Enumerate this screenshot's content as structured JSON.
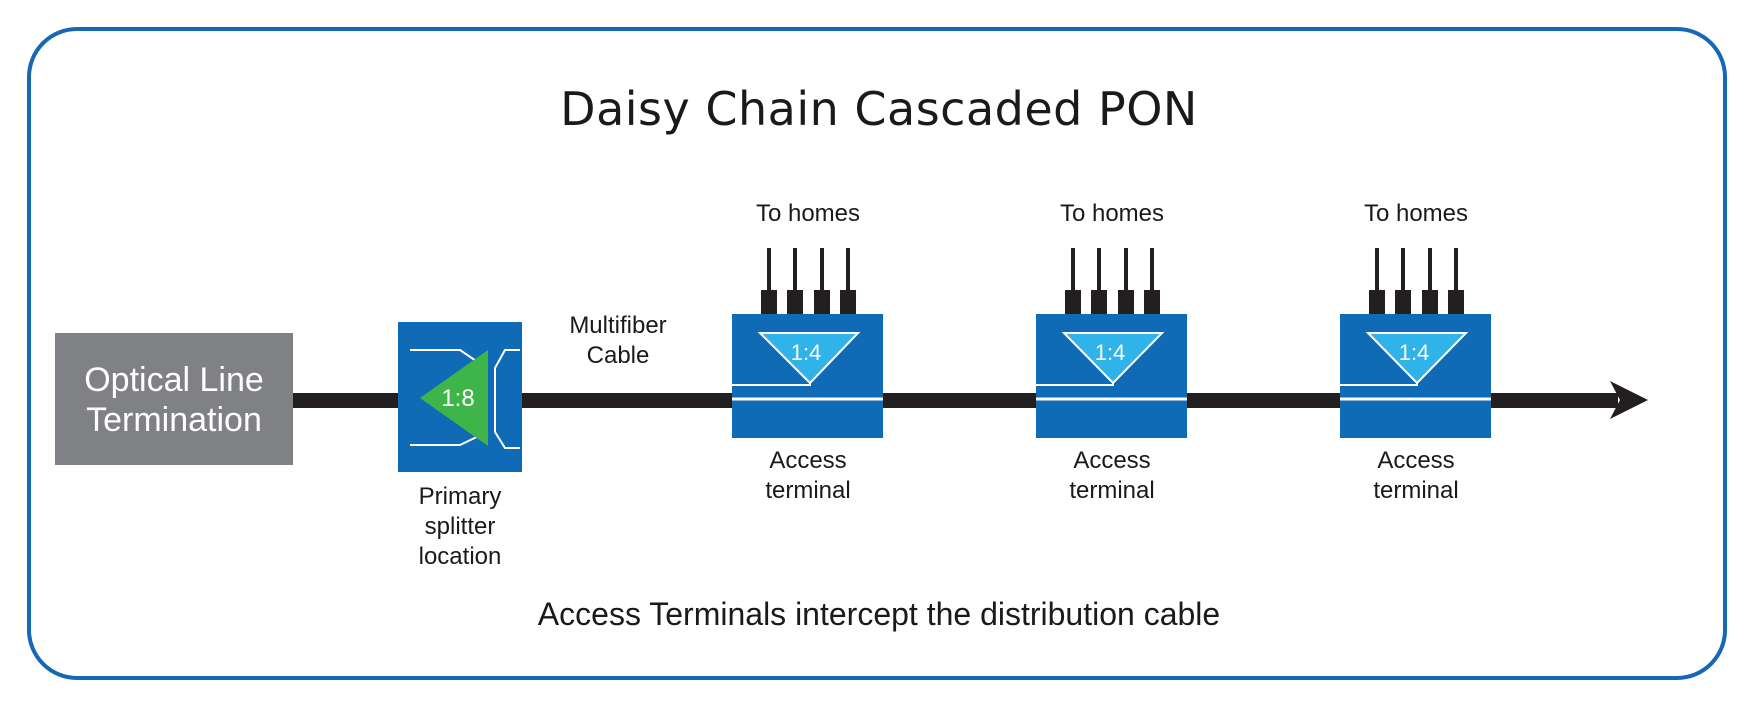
{
  "title": "Daisy Chain Cascaded PON",
  "caption": "Access Terminals intercept the distribution cable",
  "olt": {
    "label_line1": "Optical Line",
    "label_line2": "Termination"
  },
  "primary_splitter": {
    "ratio": "1:8",
    "label_line1": "Primary",
    "label_line2": "splitter",
    "label_line3": "location"
  },
  "cable_label": {
    "line1": "Multifiber",
    "line2": "Cable"
  },
  "access_terminals": [
    {
      "ratio": "1:4",
      "top_label": "To homes",
      "label_line1": "Access",
      "label_line2": "terminal"
    },
    {
      "ratio": "1:4",
      "top_label": "To homes",
      "label_line1": "Access",
      "label_line2": "terminal"
    },
    {
      "ratio": "1:4",
      "top_label": "To homes",
      "label_line1": "Access",
      "label_line2": "terminal"
    }
  ],
  "colors": {
    "frame": "#1668b4",
    "terminal_blue": "#0f6bb6",
    "splitter_light_blue": "#2fb3e8",
    "splitter_green": "#3fb449",
    "olt_gray": "#808184",
    "cable": "#231f20"
  }
}
